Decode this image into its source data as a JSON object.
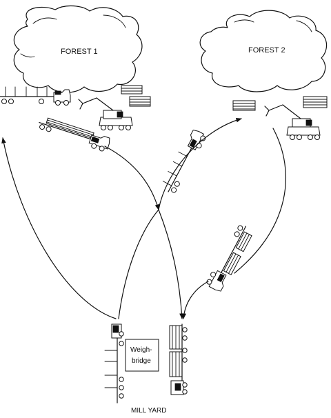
{
  "labels": {
    "forest1": "FOREST 1",
    "forest2": "FOREST 2",
    "weighbridge_line1": "Weigh-",
    "weighbridge_line2": "bridge",
    "mill_yard": "MILL YARD"
  },
  "icons": {
    "forest1": "forest-cloud-icon",
    "forest2": "forest-cloud-icon",
    "log_loader": "log-loader-icon",
    "log_stack": "log-stack-icon",
    "empty_truck": "empty-log-truck-icon",
    "loaded_truck": "loaded-log-truck-icon"
  },
  "colors": {
    "ink": "#111111",
    "background": "#ffffff"
  }
}
